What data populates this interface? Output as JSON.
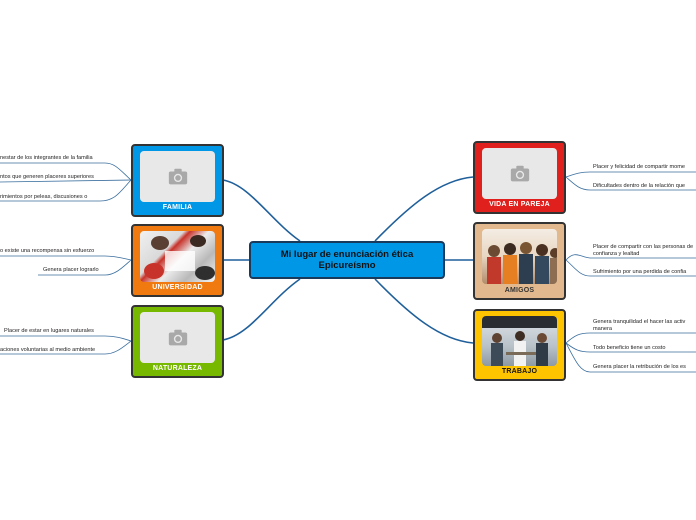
{
  "center_title": "Mi lugar de enunciación ética Epicureísmo",
  "nodes": {
    "familia": {
      "label": "FAMILIA",
      "color": "#0098e6"
    },
    "universidad": {
      "label": "UNIVERSIDAD",
      "color": "#f07a10"
    },
    "naturaleza": {
      "label": "NATURALEZA",
      "color": "#77b800"
    },
    "vida_pareja": {
      "label": "VIDA EN PAREJA",
      "color": "#e0201c"
    },
    "amigos": {
      "label": "AMIGOS",
      "color": "#e2b98e"
    },
    "trabajo": {
      "label": "TRABAJO",
      "color": "#ffc400"
    }
  },
  "leaves": {
    "familia": [
      "nestar de los integrantes de la familia",
      "ntos que generen placeres superiores",
      "rimientos por peleas, discusiones o"
    ],
    "universidad": [
      "o existe una recompensa sin esfuerzo",
      "Genera placer lograrlo"
    ],
    "naturaleza": [
      "Placer de estar en lugares naturales",
      "aciones voluntarias al medio ambiente"
    ],
    "vida_pareja": [
      "Placer y felicidad de compartir mome",
      "Dificultades dentro de la relación que"
    ],
    "amigos": [
      "Placer de compartir con las personas de confianza y lealtad",
      "Sufrimiento por una perdida de confia"
    ],
    "trabajo": [
      "Genera tranquilidad el hacer las activ manera",
      "Todo beneficio tiene un costo",
      "Genera placer la retribución de los es"
    ]
  },
  "icons": {
    "placeholder": "camera-icon"
  }
}
